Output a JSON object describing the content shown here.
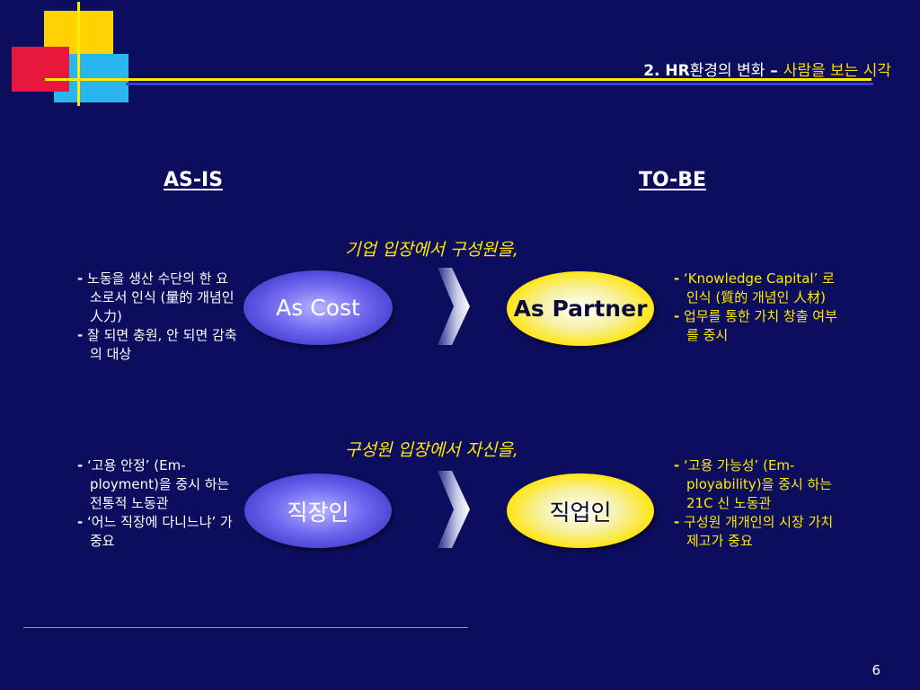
{
  "header": {
    "title_bold": "2. HR",
    "title_mid": "환경의 변화",
    "title_dash": " – ",
    "title_highlight": "사람을 보는 시각"
  },
  "columns": {
    "left": "AS-IS",
    "right": "TO-BE"
  },
  "sections": [
    {
      "title": "기업 입장에서 구성원을,",
      "as_is_oval": "As Cost",
      "to_be_oval": "As Partner",
      "as_is_bullets": [
        {
          "dash": "-",
          "text": "노동을 생산 수단의 한 요소로서 인식 (量的 개념인 人力)"
        },
        {
          "dash": "-",
          "text": "잘 되면 충원, 안 되면 감축의 대상"
        }
      ],
      "to_be_bullets": [
        {
          "dash": "-",
          "text": "‘Knowledge Capital’ 로 인식 (質的 개념인 人材)"
        },
        {
          "dash": "-",
          "text": "업무를 통한 가치 창출 여부를 중시"
        }
      ]
    },
    {
      "title": "구성원 입장에서 자신을,",
      "as_is_oval": "직장인",
      "to_be_oval": "직업인",
      "as_is_bullets": [
        {
          "dash": "-",
          "text": "‘고용 안정’ (Em-ployment)을 중시 하는 전통적 노동관"
        },
        {
          "dash": "-",
          "text": "‘어느 직장에 다니느냐’ 가 중요"
        }
      ],
      "to_be_bullets": [
        {
          "dash": "-",
          "text": "‘고용 가능성’ (Em-ployability)을 중시 하는 21C 신 노동관"
        },
        {
          "dash": "-",
          "text": "구성원 개개인의 시장 가치 제고가 중요"
        }
      ]
    }
  ],
  "page_number": "6",
  "colors": {
    "background": "#0d0d5e",
    "accent_yellow": "#ffea00",
    "logo_red": "#e8173c",
    "logo_blue": "#29b6ee"
  }
}
